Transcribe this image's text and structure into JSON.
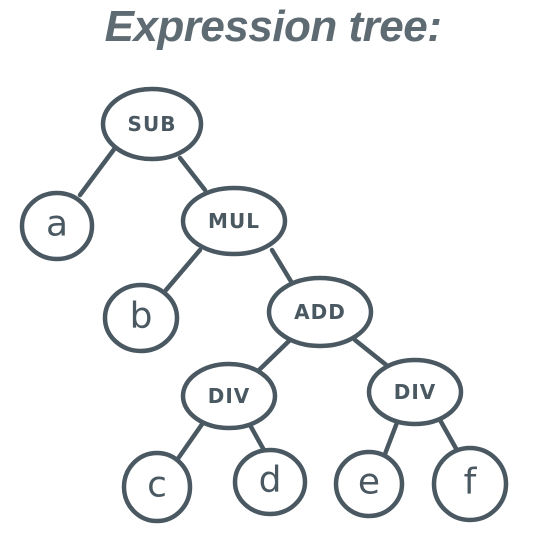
{
  "title": "Expression tree:",
  "nodes": {
    "sub": "SUB",
    "a": "a",
    "mul": "MUL",
    "b": "b",
    "add": "ADD",
    "div_left": "DIV",
    "div_right": "DIV",
    "c": "c",
    "d": "d",
    "e": "e",
    "f": "f"
  },
  "colors": {
    "title": "#5f6b73",
    "stroke": "#4a5862"
  }
}
